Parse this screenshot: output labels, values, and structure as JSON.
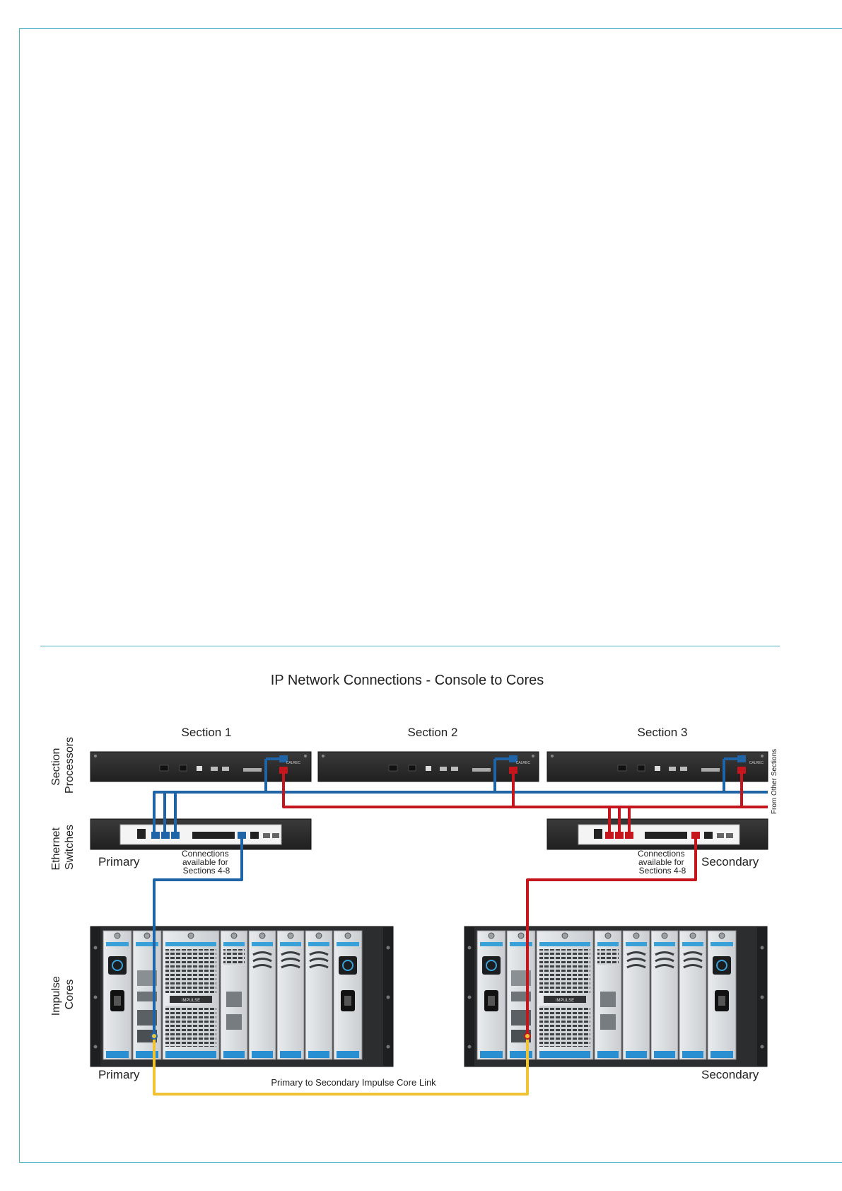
{
  "diagram": {
    "title": "IP Network Connections - Console to Cores",
    "row_labels": {
      "section_processors": [
        "Section",
        "Processors"
      ],
      "ethernet_switches": [
        "Ethernet",
        "Switches"
      ],
      "impulse_cores": [
        "Impulse",
        "Cores"
      ]
    },
    "sections": [
      "Section 1",
      "Section 2",
      "Section 3"
    ],
    "from_other_sections": "From Other Sections",
    "primary_label": "Primary",
    "secondary_label": "Secondary",
    "connections_note": [
      "Connections",
      "available for",
      "Sections 4-8"
    ],
    "core_link_label": "Primary to Secondary Impulse Core Link",
    "device_brand": "CALREC",
    "core_badge": "IMPULSE",
    "colors": {
      "primary_network": "#1f64a6",
      "secondary_network": "#c5161d",
      "core_link": "#f1c232",
      "frame": "#4db3c4"
    }
  }
}
